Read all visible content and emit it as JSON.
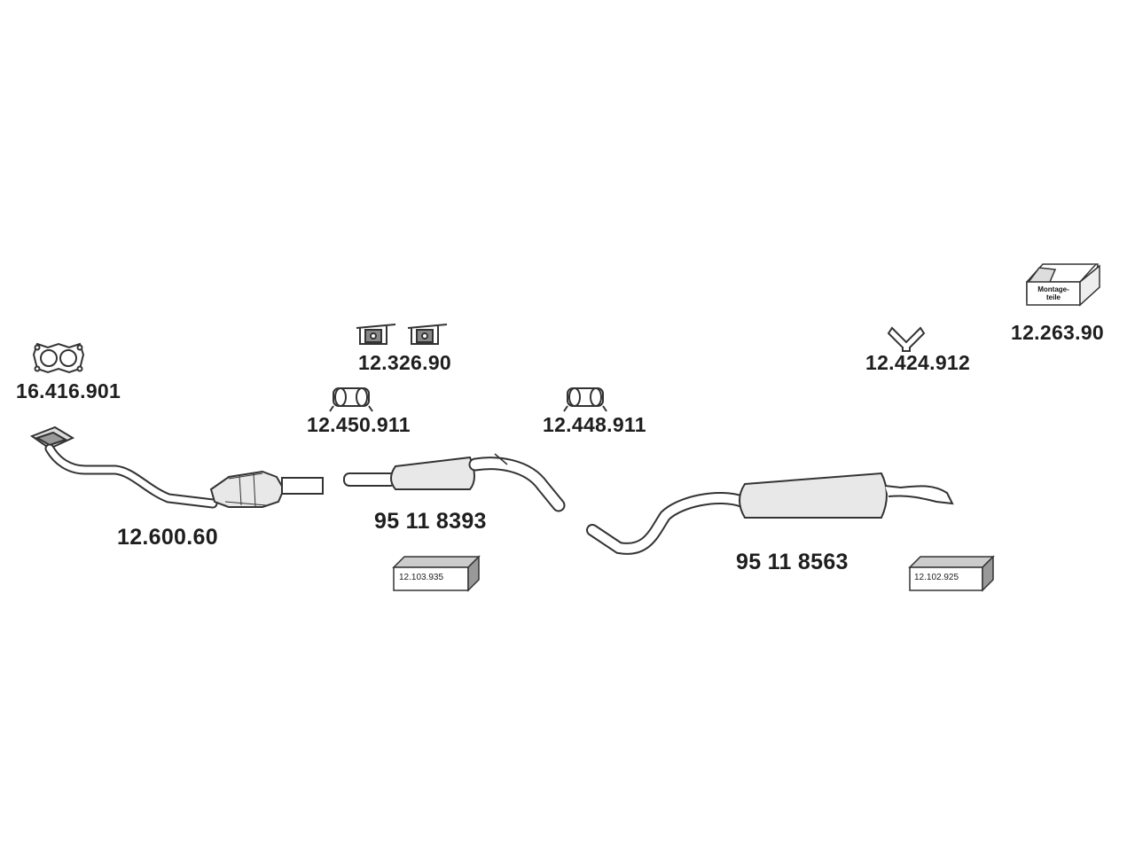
{
  "parts": {
    "gasket": "16.416.901",
    "front_pipe_catalyst": "12.600.60",
    "rubber_mounts": "12.326.90",
    "clamp_front": "12.450.911",
    "middle_silencer": "95 11 8393",
    "clamp_rear": "12.448.911",
    "rear_silencer": "95 11 8563",
    "hanger": "12.424.912",
    "mounting_kit": "12.263.90",
    "box_middle": "12.103.935",
    "box_rear": "12.102.925"
  },
  "mounting_kit_box": {
    "line1": "Montage-",
    "line2": "teile"
  }
}
